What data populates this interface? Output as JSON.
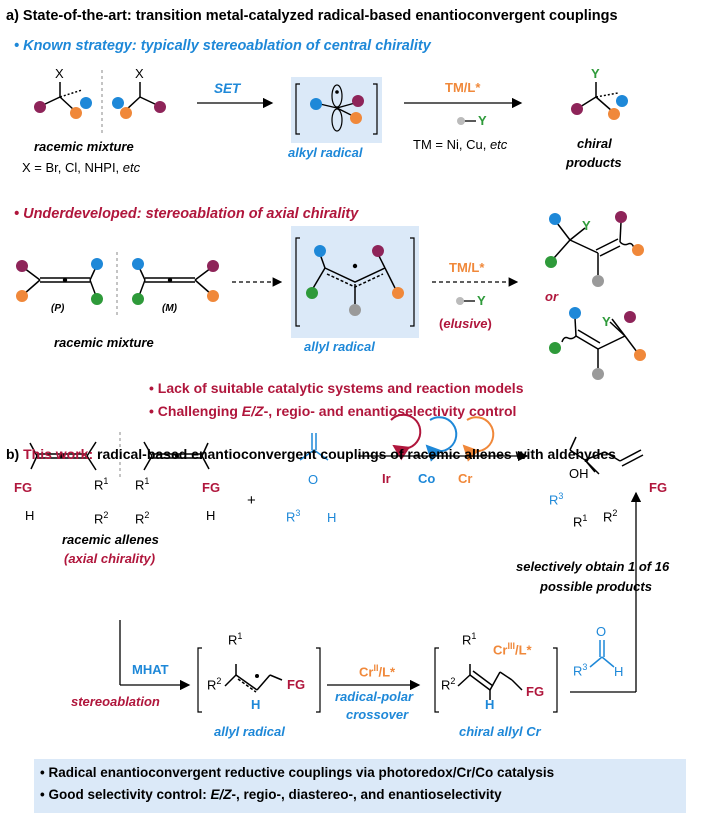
{
  "section_a": {
    "heading": "a) State-of-the-art: transition metal-catalyzed radical-based enantioconvergent couplings",
    "known_strategy": "• Known strategy: typically stereoablation of central chirality",
    "x_label_1": "X",
    "x_label_2": "X",
    "racemic_mixture": "racemic mixture",
    "x_list": "X = Br, Cl, NHPI, ",
    "x_list_etc": "etc",
    "set_label": "SET",
    "alkyl_radical": "alkyl radical",
    "tml_label": "TM/L*",
    "y_reagent": "Y",
    "tm_list": "TM = Ni, Cu, ",
    "tm_list_etc": "etc",
    "product_y": "Y",
    "chiral": "chiral",
    "products": "products",
    "underdeveloped": "• Underdeveloped: stereoablation of axial chirality",
    "p_label": "(P)",
    "m_label": "(M)",
    "racemic_mixture_2": "racemic mixture",
    "allyl_radical": "allyl radical",
    "tml_label_2": "TM/L*",
    "y_reagent_2": "Y",
    "elusive": "(elusive)",
    "or_label": "or",
    "prod_y_1": "Y",
    "prod_y_2": "Y",
    "bullet_1": "• Lack of suitable catalytic systems and reaction models",
    "bullet_2_pre": "• Challenging ",
    "bullet_2_ez": "E/Z",
    "bullet_2_post": "-, regio- and enantioselectivity control"
  },
  "section_b": {
    "heading_pre": "b) ",
    "heading_this_work": "This work:",
    "heading_post": " radical-based enantioconvergent couplings of racemic allenes with aldehydes",
    "fg_left": "FG",
    "h_left": "H",
    "r1_left": "R",
    "r2_left": "R",
    "r1_right": "R",
    "r2_right": "R",
    "fg_right": "FG",
    "h_right": "H",
    "sup_1": "1",
    "sup_2": "2",
    "plus": "+",
    "ald_o": "O",
    "ald_r3": "R",
    "ald_sup3": "3",
    "ald_h": "H",
    "racemic_allenes": "racemic allenes",
    "axial_chirality": "(axial chirality)",
    "cat_ir": "Ir",
    "cat_co": "Co",
    "cat_cr": "Cr",
    "prod_oh": "OH",
    "prod_r3": "R",
    "prod_r1": "R",
    "prod_r2": "R",
    "prod_fg": "FG",
    "selectively": "selectively obtain 1 of 16",
    "possible_products": "possible products",
    "mhat": "MHAT",
    "stereoablation": "stereoablation",
    "int_r1": "R",
    "int_r2": "R",
    "int_h": "H",
    "int_fg": "FG",
    "allyl_radical_b": "allyl radical",
    "cr_label": "Cr",
    "cr_sup": "II",
    "cr_l": "/L*",
    "rpc_1": "radical-polar",
    "rpc_2": "crossover",
    "crl_r1": "R",
    "crl_cr": "Cr",
    "crl_sup": "III",
    "crl_l": "/L*",
    "crl_r2": "R",
    "crl_h": "H",
    "crl_fg": "FG",
    "chiral_allyl_cr": "chiral allyl Cr",
    "ald2_o": "O",
    "ald2_r3": "R",
    "ald2_h": "H",
    "summary_1": "• Radical enantioconvergent reductive couplings via photoredox/Cr/Co catalysis",
    "summary_2_pre": "• Good selectivity control: ",
    "summary_2_ez": "E/Z",
    "summary_2_post": "-, regio-, diastereo-, and enantioselectivity"
  },
  "colors": {
    "blue": "#1e88d8",
    "red": "#b0163c",
    "orange": "#f0883a",
    "green": "#2e9a3a",
    "purple": "#8e2459",
    "gray": "#9a9a9a",
    "highlight": "#dbe9f8"
  }
}
